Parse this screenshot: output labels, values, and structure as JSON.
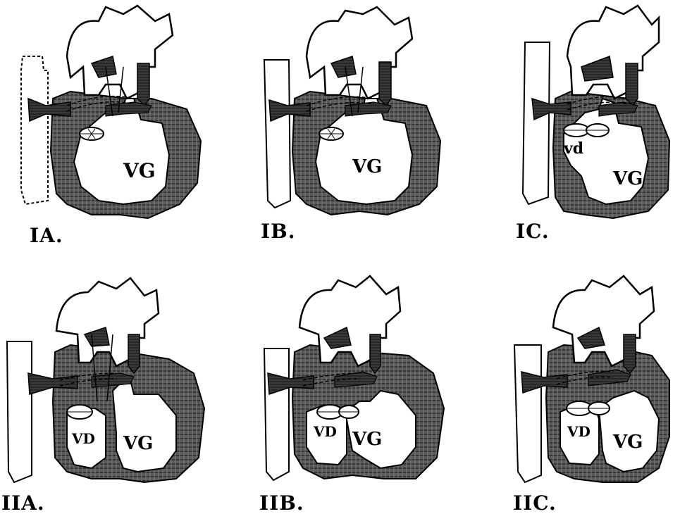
{
  "figure": {
    "panels": [
      {
        "id": "IA",
        "label": "IA.",
        "chambers": [
          "VG"
        ]
      },
      {
        "id": "IB",
        "label": "IB.",
        "chambers": [
          "VG"
        ]
      },
      {
        "id": "IC",
        "label": "IC.",
        "chambers": [
          "vd",
          "VG"
        ]
      },
      {
        "id": "IIA",
        "label": "IIA.",
        "chambers": [
          "VD",
          "VG"
        ]
      },
      {
        "id": "IIB",
        "label": "IIB.",
        "chambers": [
          "VD",
          "VG"
        ]
      },
      {
        "id": "IIC",
        "label": "IIC.",
        "chambers": [
          "VD",
          "VG"
        ]
      }
    ]
  }
}
